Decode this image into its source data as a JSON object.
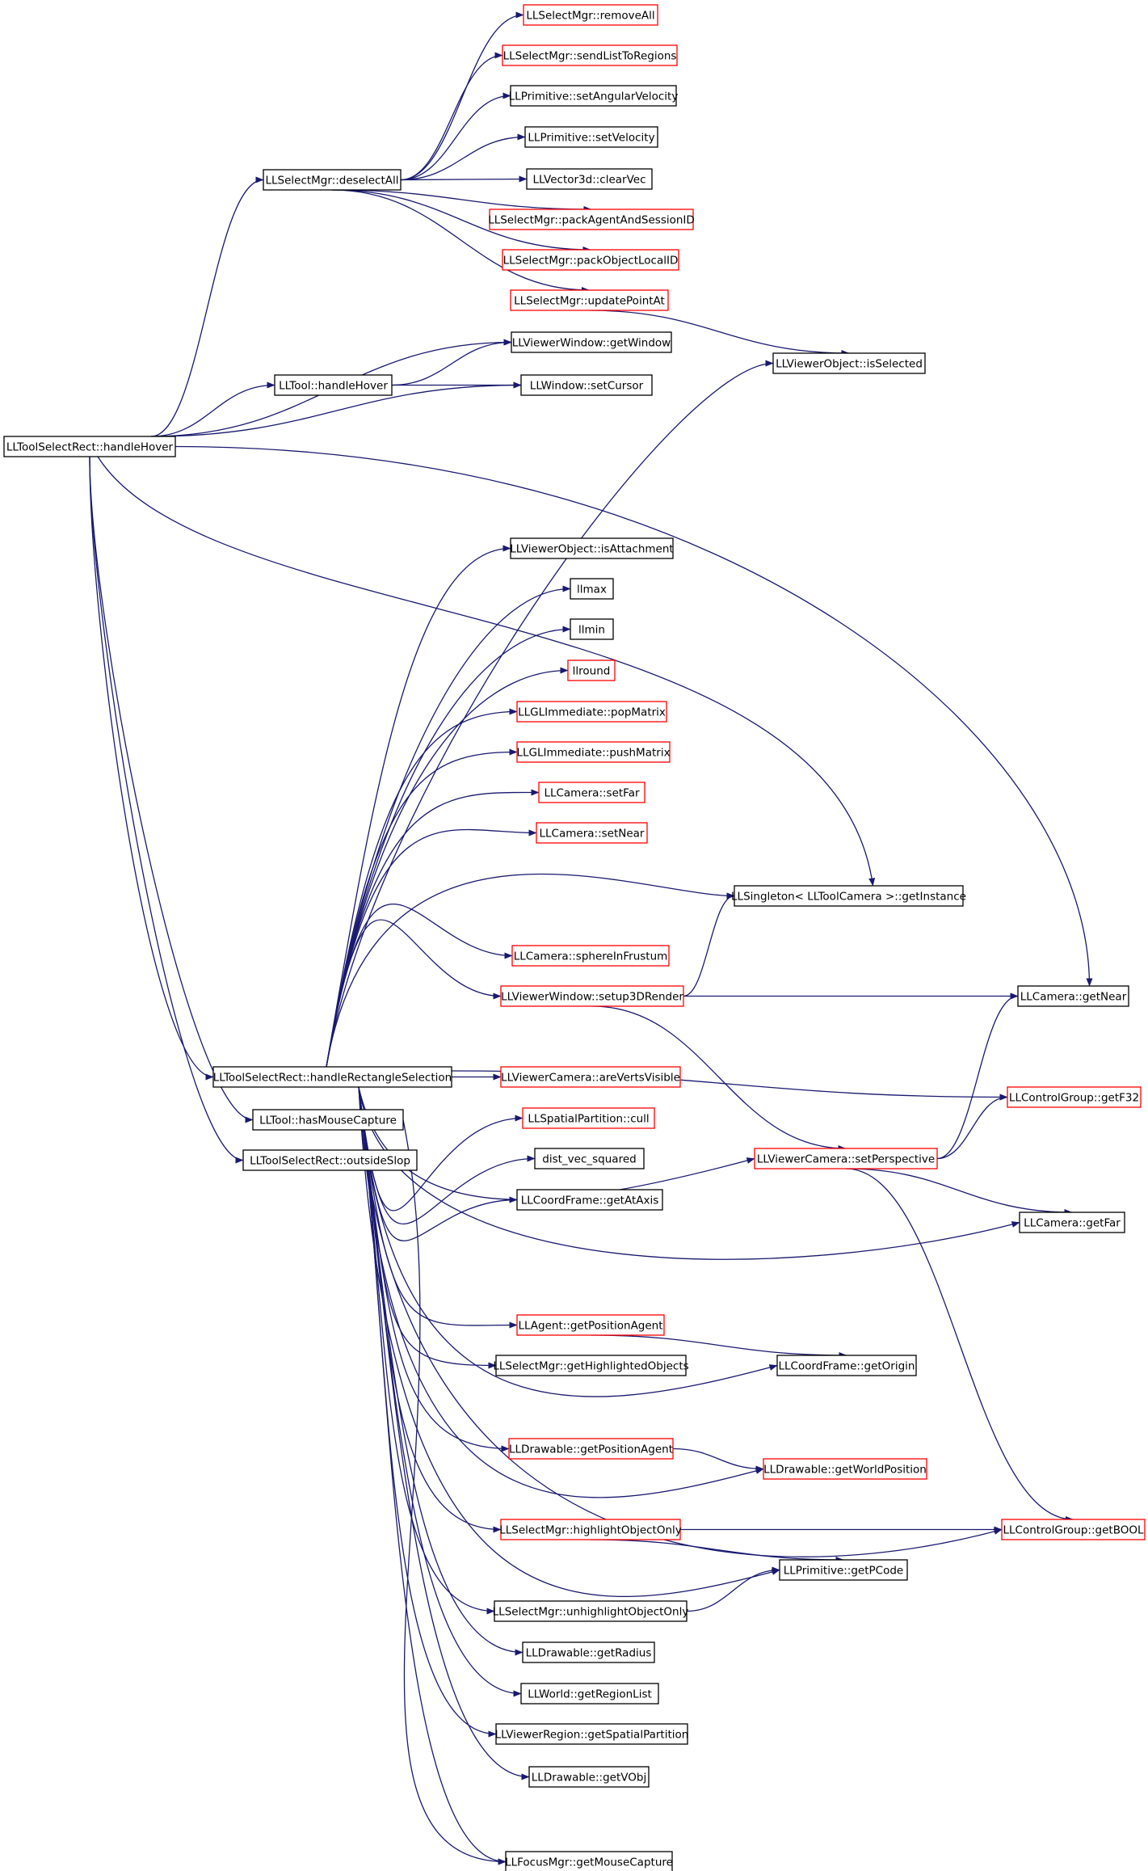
{
  "colors": {
    "edge": "#191970",
    "root_fill": "#bfbfbf",
    "border_documented": "#000000",
    "border_undocumented": "#ff0000"
  },
  "nodes": [
    {
      "id": "root",
      "label": "LLToolSelectRect::handleHover",
      "kind": "root"
    },
    {
      "id": "deselectAll",
      "label": "LLSelectMgr::deselectAll",
      "kind": "normal"
    },
    {
      "id": "removeAll",
      "label": "LLSelectMgr::removeAll",
      "kind": "red"
    },
    {
      "id": "sendListToRegions",
      "label": "LLSelectMgr::sendListToRegions",
      "kind": "red"
    },
    {
      "id": "setAngularVelocity",
      "label": "LLPrimitive::setAngularVelocity",
      "kind": "normal"
    },
    {
      "id": "setVelocity",
      "label": "LLPrimitive::setVelocity",
      "kind": "normal"
    },
    {
      "id": "clearVec",
      "label": "LLVector3d::clearVec",
      "kind": "normal"
    },
    {
      "id": "packAgentAndSessionID",
      "label": "LLSelectMgr::packAgentAndSessionID",
      "kind": "red"
    },
    {
      "id": "packObjectLocalID",
      "label": "LLSelectMgr::packObjectLocalID",
      "kind": "red"
    },
    {
      "id": "updatePointAt",
      "label": "LLSelectMgr::updatePointAt",
      "kind": "red"
    },
    {
      "id": "getWindow",
      "label": "LLViewerWindow::getWindow",
      "kind": "normal"
    },
    {
      "id": "toolHandleHover",
      "label": "LLTool::handleHover",
      "kind": "normal"
    },
    {
      "id": "setCursor",
      "label": "LLWindow::setCursor",
      "kind": "normal"
    },
    {
      "id": "isSelected",
      "label": "LLViewerObject::isSelected",
      "kind": "normal"
    },
    {
      "id": "isAttachment",
      "label": "LLViewerObject::isAttachment",
      "kind": "normal"
    },
    {
      "id": "llmax",
      "label": "llmax",
      "kind": "normal"
    },
    {
      "id": "llmin",
      "label": "llmin",
      "kind": "normal"
    },
    {
      "id": "llround",
      "label": "llround",
      "kind": "red"
    },
    {
      "id": "popMatrix",
      "label": "LLGLImmediate::popMatrix",
      "kind": "red"
    },
    {
      "id": "pushMatrix",
      "label": "LLGLImmediate::pushMatrix",
      "kind": "red"
    },
    {
      "id": "setFar",
      "label": "LLCamera::setFar",
      "kind": "red"
    },
    {
      "id": "setNear",
      "label": "LLCamera::setNear",
      "kind": "red"
    },
    {
      "id": "getInstance",
      "label": "LLSingleton< LLToolCamera >::getInstance",
      "kind": "normal"
    },
    {
      "id": "sphereInFrustum",
      "label": "LLCamera::sphereInFrustum",
      "kind": "red"
    },
    {
      "id": "setup3DRender",
      "label": "LLViewerWindow::setup3DRender",
      "kind": "red"
    },
    {
      "id": "getNear",
      "label": "LLCamera::getNear",
      "kind": "normal"
    },
    {
      "id": "handleRectangleSelection",
      "label": "LLToolSelectRect::handleRectangleSelection",
      "kind": "normal"
    },
    {
      "id": "areVertsVisible",
      "label": "LLViewerCamera::areVertsVisible",
      "kind": "red"
    },
    {
      "id": "getF32",
      "label": "LLControlGroup::getF32",
      "kind": "red"
    },
    {
      "id": "hasMouseCapture",
      "label": "LLTool::hasMouseCapture",
      "kind": "normal"
    },
    {
      "id": "cull",
      "label": "LLSpatialPartition::cull",
      "kind": "red"
    },
    {
      "id": "outsideSlop",
      "label": "LLToolSelectRect::outsideSlop",
      "kind": "normal"
    },
    {
      "id": "dist_vec_squared",
      "label": "dist_vec_squared",
      "kind": "normal"
    },
    {
      "id": "setPerspective",
      "label": "LLViewerCamera::setPerspective",
      "kind": "red"
    },
    {
      "id": "getAtAxis",
      "label": "LLCoordFrame::getAtAxis",
      "kind": "normal"
    },
    {
      "id": "getFar",
      "label": "LLCamera::getFar",
      "kind": "normal"
    },
    {
      "id": "getPositionAgentA",
      "label": "LLAgent::getPositionAgent",
      "kind": "red"
    },
    {
      "id": "getHighlightedObjects",
      "label": "LLSelectMgr::getHighlightedObjects",
      "kind": "normal"
    },
    {
      "id": "getOrigin",
      "label": "LLCoordFrame::getOrigin",
      "kind": "normal"
    },
    {
      "id": "getPositionAgentD",
      "label": "LLDrawable::getPositionAgent",
      "kind": "red"
    },
    {
      "id": "getWorldPosition",
      "label": "LLDrawable::getWorldPosition",
      "kind": "red"
    },
    {
      "id": "highlightObjectOnly",
      "label": "LLSelectMgr::highlightObjectOnly",
      "kind": "red"
    },
    {
      "id": "getBOOL",
      "label": "LLControlGroup::getBOOL",
      "kind": "red"
    },
    {
      "id": "getPCode",
      "label": "LLPrimitive::getPCode",
      "kind": "normal"
    },
    {
      "id": "unhighlightObjectOnly",
      "label": "LLSelectMgr::unhighlightObjectOnly",
      "kind": "normal"
    },
    {
      "id": "getRadius",
      "label": "LLDrawable::getRadius",
      "kind": "normal"
    },
    {
      "id": "getRegionList",
      "label": "LLWorld::getRegionList",
      "kind": "normal"
    },
    {
      "id": "getSpatialPartition",
      "label": "LLViewerRegion::getSpatialPartition",
      "kind": "normal"
    },
    {
      "id": "getVObj",
      "label": "LLDrawable::getVObj",
      "kind": "normal"
    },
    {
      "id": "getMouseCapture",
      "label": "LLFocusMgr::getMouseCapture",
      "kind": "normal"
    }
  ],
  "edges": [
    [
      "root",
      "deselectAll"
    ],
    [
      "root",
      "getWindow"
    ],
    [
      "root",
      "toolHandleHover"
    ],
    [
      "root",
      "setCursor"
    ],
    [
      "root",
      "getInstance"
    ],
    [
      "root",
      "getNear"
    ],
    [
      "root",
      "handleRectangleSelection"
    ],
    [
      "root",
      "hasMouseCapture"
    ],
    [
      "root",
      "outsideSlop"
    ],
    [
      "deselectAll",
      "removeAll"
    ],
    [
      "deselectAll",
      "sendListToRegions"
    ],
    [
      "deselectAll",
      "setAngularVelocity"
    ],
    [
      "deselectAll",
      "setVelocity"
    ],
    [
      "deselectAll",
      "clearVec"
    ],
    [
      "deselectAll",
      "packAgentAndSessionID"
    ],
    [
      "deselectAll",
      "packObjectLocalID"
    ],
    [
      "deselectAll",
      "updatePointAt"
    ],
    [
      "updatePointAt",
      "isSelected"
    ],
    [
      "toolHandleHover",
      "getWindow"
    ],
    [
      "toolHandleHover",
      "setCursor"
    ],
    [
      "handleRectangleSelection",
      "isSelected"
    ],
    [
      "handleRectangleSelection",
      "isAttachment"
    ],
    [
      "handleRectangleSelection",
      "llmax"
    ],
    [
      "handleRectangleSelection",
      "llmin"
    ],
    [
      "handleRectangleSelection",
      "llround"
    ],
    [
      "handleRectangleSelection",
      "popMatrix"
    ],
    [
      "handleRectangleSelection",
      "pushMatrix"
    ],
    [
      "handleRectangleSelection",
      "setFar"
    ],
    [
      "handleRectangleSelection",
      "setNear"
    ],
    [
      "handleRectangleSelection",
      "getInstance"
    ],
    [
      "handleRectangleSelection",
      "sphereInFrustum"
    ],
    [
      "handleRectangleSelection",
      "setup3DRender"
    ],
    [
      "handleRectangleSelection",
      "areVertsVisible"
    ],
    [
      "handleRectangleSelection",
      "getF32"
    ],
    [
      "handleRectangleSelection",
      "cull"
    ],
    [
      "handleRectangleSelection",
      "dist_vec_squared"
    ],
    [
      "handleRectangleSelection",
      "setPerspective"
    ],
    [
      "handleRectangleSelection",
      "getAtAxis"
    ],
    [
      "handleRectangleSelection",
      "getFar"
    ],
    [
      "handleRectangleSelection",
      "getPositionAgentA"
    ],
    [
      "handleRectangleSelection",
      "getHighlightedObjects"
    ],
    [
      "handleRectangleSelection",
      "getOrigin"
    ],
    [
      "handleRectangleSelection",
      "getPositionAgentD"
    ],
    [
      "handleRectangleSelection",
      "getWorldPosition"
    ],
    [
      "handleRectangleSelection",
      "highlightObjectOnly"
    ],
    [
      "handleRectangleSelection",
      "getPCode"
    ],
    [
      "handleRectangleSelection",
      "unhighlightObjectOnly"
    ],
    [
      "handleRectangleSelection",
      "getRadius"
    ],
    [
      "handleRectangleSelection",
      "getRegionList"
    ],
    [
      "handleRectangleSelection",
      "getSpatialPartition"
    ],
    [
      "handleRectangleSelection",
      "getVObj"
    ],
    [
      "handleRectangleSelection",
      "getBOOL"
    ],
    [
      "handleRectangleSelection",
      "getMouseCapture"
    ],
    [
      "setup3DRender",
      "getInstance"
    ],
    [
      "setup3DRender",
      "getNear"
    ],
    [
      "setup3DRender",
      "setPerspective"
    ],
    [
      "setPerspective",
      "getNear"
    ],
    [
      "setPerspective",
      "getF32"
    ],
    [
      "setPerspective",
      "getFar"
    ],
    [
      "setPerspective",
      "getBOOL"
    ],
    [
      "getPositionAgentA",
      "getOrigin"
    ],
    [
      "getPositionAgentD",
      "getWorldPosition"
    ],
    [
      "highlightObjectOnly",
      "getBOOL"
    ],
    [
      "highlightObjectOnly",
      "getPCode"
    ],
    [
      "unhighlightObjectOnly",
      "getPCode"
    ],
    [
      "hasMouseCapture",
      "getMouseCapture"
    ]
  ]
}
